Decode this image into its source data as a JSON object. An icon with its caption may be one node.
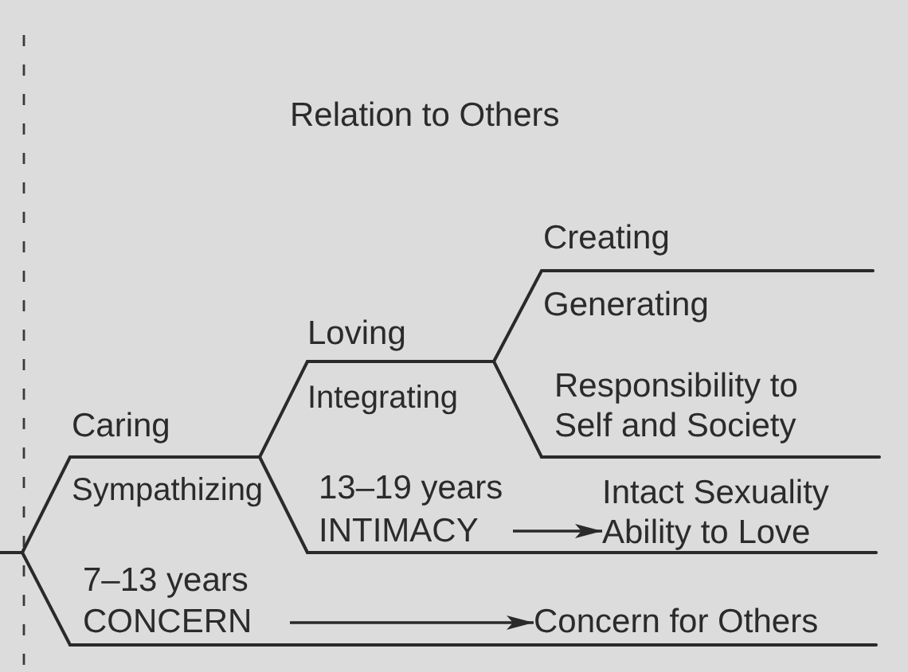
{
  "diagram": {
    "title": "Relation to Others",
    "nodes": [
      {
        "text": [
          "13–19 years INTIMACY"
        ]
      },
      {
        "text": [
          "Intact Sexuality Ability to Love"
        ]
      },
      {
        "text": [
          "7–13 years CONCERN"
        ]
      },
      {
        "text": [
          "Concern for Others"
        ]
      }
    ],
    "edges": [
      {
        "from": 0,
        "to": 1,
        "arrow": "to"
      },
      {
        "from": 2,
        "to": 3,
        "arrow": "to"
      }
    ],
    "labels": [
      "Creating",
      "Generating",
      "Loving",
      "Integrating",
      "Responsibility to Self and Society",
      "Caring",
      "Sympathizing"
    ]
  }
}
